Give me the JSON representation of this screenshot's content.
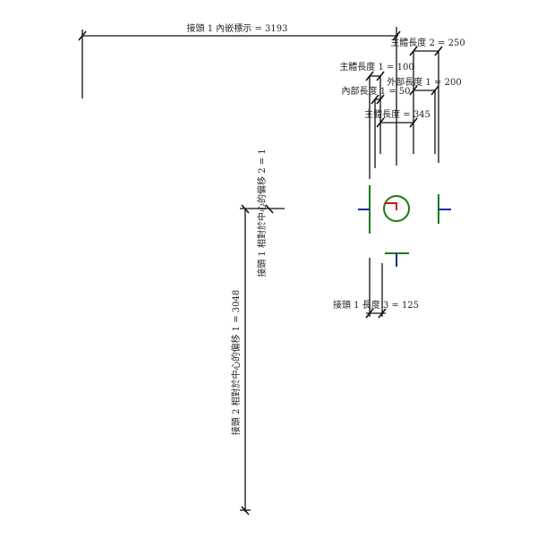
{
  "dimensions": {
    "connector1_embed": "接頭 1 內嵌標示 = 3193",
    "body_length_2": "主體長度 2 = 250",
    "body_length_1": "主體長度 1 = 100",
    "outer_length_1": "外部長度 1 = 200",
    "inner_length_1": "內部長度 1 = 50",
    "body_length": "主體長度 = 345",
    "connector1_length_3": "接頭 1 長度 3 = 125",
    "connector1_offset_2": "接頭 1 相對於中心的偏移 2 = 1",
    "connector2_offset_1": "接頭 2 相對於中心的偏移 1 = 3048"
  },
  "colors": {
    "connector": "#1a7a1a",
    "direction": "#1a2a9a",
    "origin": "#d01010"
  }
}
